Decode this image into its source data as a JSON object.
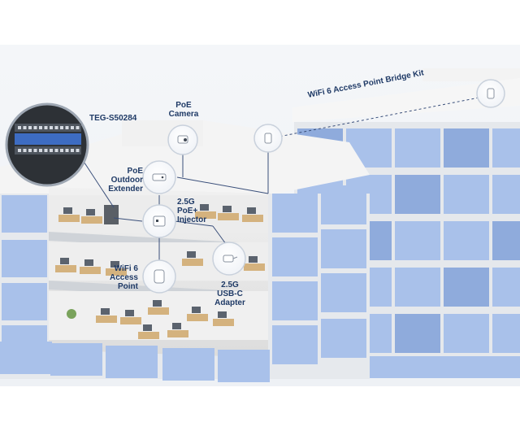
{
  "labels": {
    "switch": "TEG-S50284",
    "camera": "PoE\nCamera",
    "extender": "PoE\nOutdoor\nExtender",
    "injector": "2.5G\nPoE+\nInjector",
    "access_point": "WiFi 6\nAccess\nPoint",
    "usb_adapter": "2.5G\nUSB-C\nAdapter",
    "bridge_kit": "WiFi 6 Access Point Bridge Kit"
  },
  "colors": {
    "window": "#a9c1ea",
    "window_dark": "#8fabdc",
    "facade": "#e7eaee",
    "link_line": "#3a4f7a",
    "label": "#1f3a66",
    "desk": "#d4b27e"
  },
  "icons": [
    "switch-icon",
    "camera-icon",
    "outdoor-extender-icon",
    "poe-injector-icon",
    "access-point-icon",
    "usb-c-adapter-icon",
    "bridge-icon"
  ]
}
